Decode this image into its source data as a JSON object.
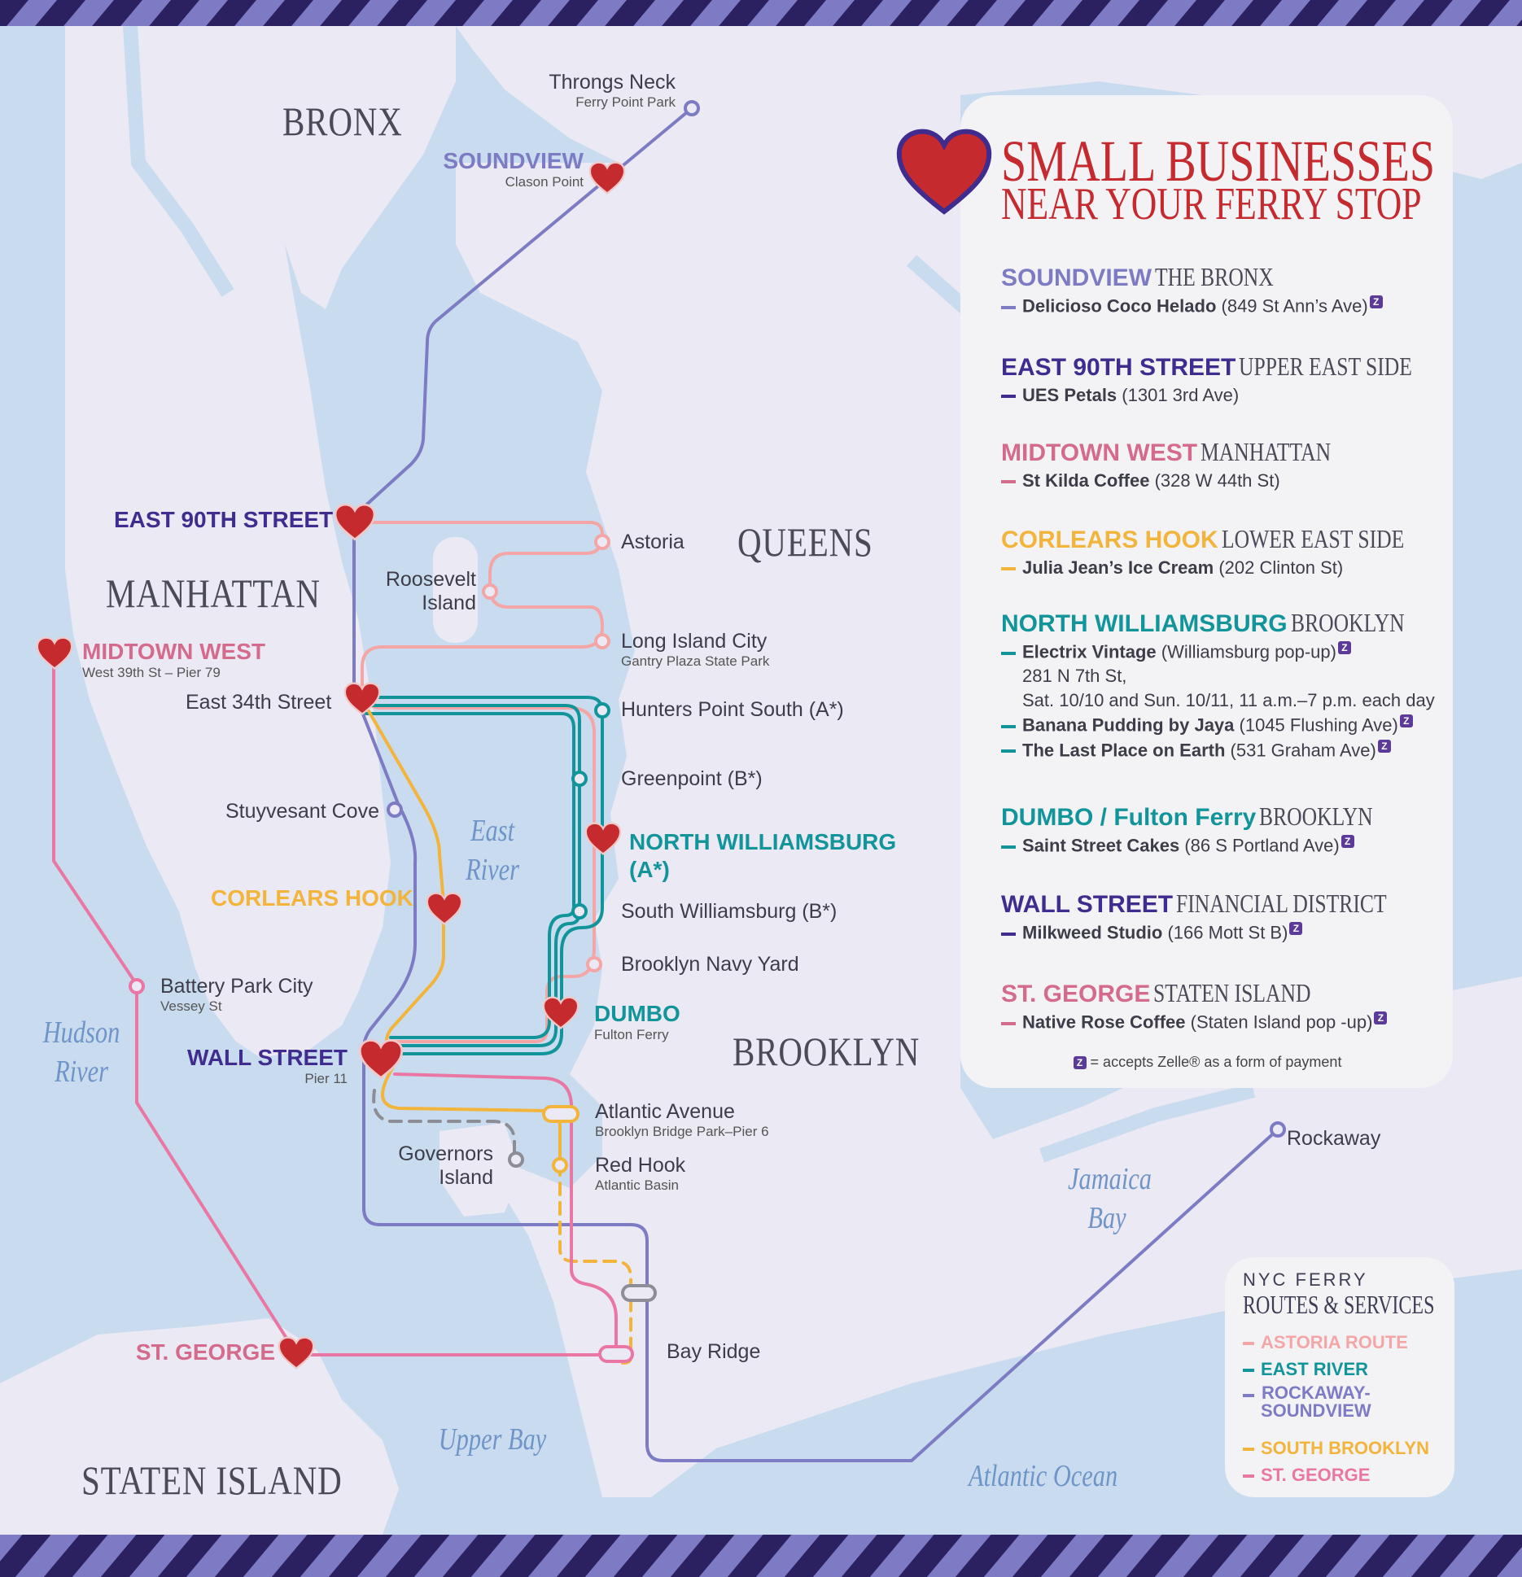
{
  "colors": {
    "water": "#c9dcef",
    "land": "#ebe9f3",
    "heart": "#c52a2f",
    "astoria": "#f4a6a6",
    "east_river": "#12959a",
    "rockaway_soundview": "#7d7bc4",
    "south_brooklyn": "#f2b43a",
    "st_george": "#ea77a3",
    "governors": "#8d8d96",
    "stripe_dark": "#2c2160",
    "stripe_light": "#7d7bc4"
  },
  "boroughs": {
    "bronx": "BRONX",
    "queens": "QUEENS",
    "manhattan": "MANHATTAN",
    "brooklyn": "BROOKLYN",
    "staten_island": "STATEN ISLAND"
  },
  "waters": {
    "east_river": [
      "East",
      "River"
    ],
    "hudson": [
      "Hudson",
      "River"
    ],
    "jamaica": [
      "Jamaica",
      "Bay"
    ],
    "upper_bay": "Upper Bay",
    "atlantic": "Atlantic Ocean"
  },
  "stops": {
    "throgs_neck": {
      "name": "Throngs Neck",
      "sub": "Ferry Point Park"
    },
    "soundview": {
      "name": "SOUNDVIEW",
      "sub": "Clason Point"
    },
    "east_90th": {
      "name": "EAST 90TH STREET"
    },
    "astoria": {
      "name": "Astoria"
    },
    "roosevelt": {
      "line1": "Roosevelt",
      "line2": "Island"
    },
    "lic": {
      "name": "Long Island City",
      "sub": "Gantry Plaza State Park"
    },
    "midtown_west": {
      "name": "MIDTOWN WEST",
      "sub": "West 39th St – Pier 79"
    },
    "east_34th": {
      "name": "East 34th Street"
    },
    "hunters_point": {
      "name": "Hunters Point South (A*)"
    },
    "greenpoint": {
      "name": "Greenpoint (B*)"
    },
    "stuyvesant": {
      "name": "Stuyvesant Cove"
    },
    "north_williamsburg": {
      "line1": "NORTH WILLIAMSBURG",
      "line2": "(A*)"
    },
    "corlears": {
      "name": "CORLEARS HOOK"
    },
    "south_williamsburg": {
      "name": "South Williamsburg (B*)"
    },
    "navy_yard": {
      "name": "Brooklyn Navy Yard"
    },
    "battery_park": {
      "name": "Battery Park City",
      "sub": "Vessey St"
    },
    "dumbo": {
      "name": "DUMBO",
      "sub": "Fulton Ferry"
    },
    "wall_street": {
      "name": "WALL STREET",
      "sub": "Pier 11"
    },
    "atlantic_ave": {
      "name": "Atlantic Avenue",
      "sub": "Brooklyn Bridge Park–Pier 6"
    },
    "governors": {
      "line1": "Governors",
      "line2": "Island"
    },
    "red_hook": {
      "name": "Red Hook",
      "sub": "Atlantic Basin"
    },
    "rockaway": {
      "name": "Rockaway"
    },
    "bay_ridge": {
      "name": "Bay Ridge"
    },
    "st_george": {
      "name": "ST. GEORGE"
    }
  },
  "businesses": {
    "title1": "SMALL BUSINESSES",
    "title2": "NEAR YOUR FERRY STOP",
    "entries": [
      {
        "name": "SOUNDVIEW",
        "area": "THE BRONX",
        "color": "#7d7bc4",
        "items": [
          {
            "bold": "Delicioso Coco Helado",
            "rest": " (849 St Ann’s Ave)",
            "zelle": true
          }
        ]
      },
      {
        "name": "EAST 90TH STREET",
        "area": "UPPER EAST SIDE",
        "color": "#3f2c8e",
        "items": [
          {
            "bold": "UES Petals",
            "rest": " (1301 3rd Ave)",
            "zelle": false
          }
        ]
      },
      {
        "name": "MIDTOWN WEST",
        "area": "MANHATTAN",
        "color": "#d46a8c",
        "items": [
          {
            "bold": "St Kilda Coffee",
            "rest": " (328 W 44th St)",
            "zelle": false
          }
        ]
      },
      {
        "name": "CORLEARS HOOK",
        "area": "LOWER EAST SIDE",
        "color": "#f2b43a",
        "items": [
          {
            "bold": "Julia Jean’s Ice Cream",
            "rest": " (202 Clinton St)",
            "zelle": false
          }
        ]
      },
      {
        "name": "NORTH WILLIAMSBURG",
        "area": "BROOKLYN",
        "color": "#12959a",
        "items": [
          {
            "bold": "Electrix Vintage",
            "rest": " (Williamsburg pop-up)",
            "zelle": true,
            "extra": [
              "281 N 7th St,",
              "Sat. 10/10 and Sun. 10/11, 11 a.m.–7 p.m. each day"
            ]
          },
          {
            "bold": "Banana Pudding by Jaya",
            "rest": " (1045 Flushing Ave)",
            "zelle": true
          },
          {
            "bold": "The Last Place on Earth",
            "rest": " (531 Graham Ave)",
            "zelle": true
          }
        ]
      },
      {
        "name": "DUMBO / Fulton Ferry",
        "area": "BROOKLYN",
        "color": "#12959a",
        "items": [
          {
            "bold": "Saint Street Cakes",
            "rest": " (86 S Portland Ave)",
            "zelle": true
          }
        ]
      },
      {
        "name": "WALL STREET",
        "area": "FINANCIAL DISTRICT",
        "color": "#3f2c8e",
        "items": [
          {
            "bold": "Milkweed Studio",
            "rest": " (166 Mott St B)",
            "zelle": true
          }
        ]
      },
      {
        "name": "ST. GEORGE",
        "area": "STATEN ISLAND",
        "color": "#d46a8c",
        "items": [
          {
            "bold": "Native Rose Coffee",
            "rest": " (Staten Island pop -up)",
            "zelle": true
          }
        ]
      }
    ],
    "zelle_icon": "Z",
    "zelle_note": "= accepts Zelle® as a form of payment"
  },
  "legend": {
    "title1": "NYC FERRY",
    "title2": "ROUTES & SERVICES",
    "items": [
      {
        "label": "ASTORIA ROUTE",
        "color": "#f4a6a6"
      },
      {
        "label": "EAST RIVER",
        "color": "#12959a"
      },
      {
        "label": "ROCKAWAY-\nSOUNDVIEW",
        "color": "#7d7bc4"
      },
      {
        "label": "SOUTH BROOKLYN",
        "color": "#f2b43a"
      },
      {
        "label": "ST. GEORGE",
        "color": "#ea77a3"
      }
    ]
  }
}
